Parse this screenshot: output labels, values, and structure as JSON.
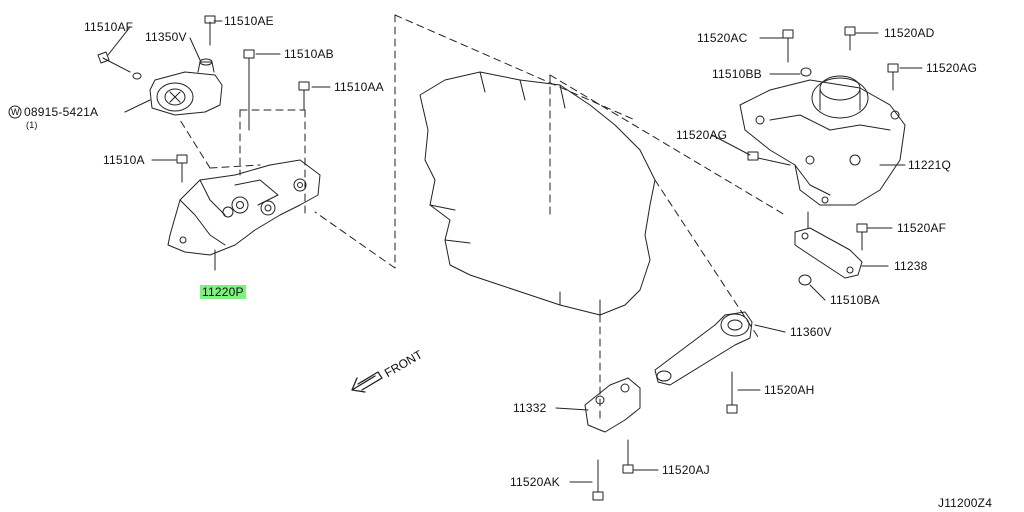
{
  "parts": {
    "p11510AF": "11510AF",
    "p11350V": "11350V",
    "p11510AE": "11510AE",
    "p11510AB": "11510AB",
    "p11510AA": "11510AA",
    "p08915": "08915-5421A",
    "p08915_qty": "(1)",
    "p08915_prefix": "W",
    "p11510A": "11510A",
    "p11220P": "11220P",
    "p11520AC": "11520AC",
    "p11520AD": "11520AD",
    "p11510BB": "11510BB",
    "p11520AG_right": "11520AG",
    "p11520AG_left": "11520AG",
    "p11221Q": "11221Q",
    "p11520AF": "11520AF",
    "p11238": "11238",
    "p11510BA": "11510BA",
    "p11360V": "11360V",
    "p11520AH": "11520AH",
    "p11332": "11332",
    "p11520AJ": "11520AJ",
    "p11520AK": "11520AK"
  },
  "front_label": "FRONT",
  "diagram_code": "J11200Z4",
  "highlight_color": "#7df27d"
}
